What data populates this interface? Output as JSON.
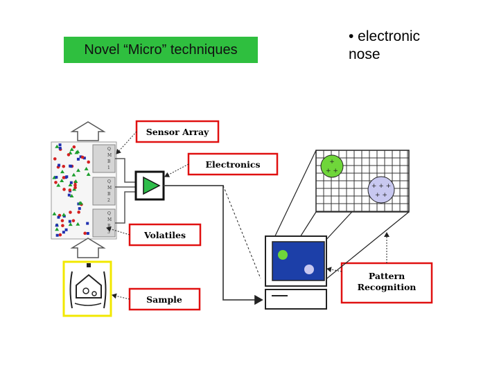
{
  "header": {
    "title": "Novel “Micro” techniques",
    "title_color": "#2fbf3f"
  },
  "bullet": {
    "text": "• electronic\nnose"
  },
  "diagram": {
    "labels": {
      "sensor_array": "Sensor Array",
      "electronics": "Electronics",
      "volatiles": "Volatiles",
      "sample": "Sample",
      "pattern_recognition_1": "Pattern",
      "pattern_recognition_2": "Recognition"
    },
    "sensor_tags": {
      "qmb1": [
        "Q",
        "M",
        "B",
        "1"
      ],
      "qmb2": [
        "Q",
        "M",
        "B",
        "2"
      ],
      "qmb3": [
        "Q",
        "M",
        "B",
        "3"
      ]
    },
    "clusters": {
      "green_marks": "+\n+ +",
      "purple_marks": "+ + +\n+ +"
    },
    "colors": {
      "label_border": "#e01010",
      "sample_border": "#f2e800",
      "green_cluster": "#6fd63a",
      "purple_cluster": "#c8c8f0",
      "screen": "#1c3fa8"
    },
    "icons": [
      "arrow-up-icon",
      "amplifier-icon",
      "cheese-icon",
      "computer-icon",
      "scatter-grid-icon"
    ]
  }
}
